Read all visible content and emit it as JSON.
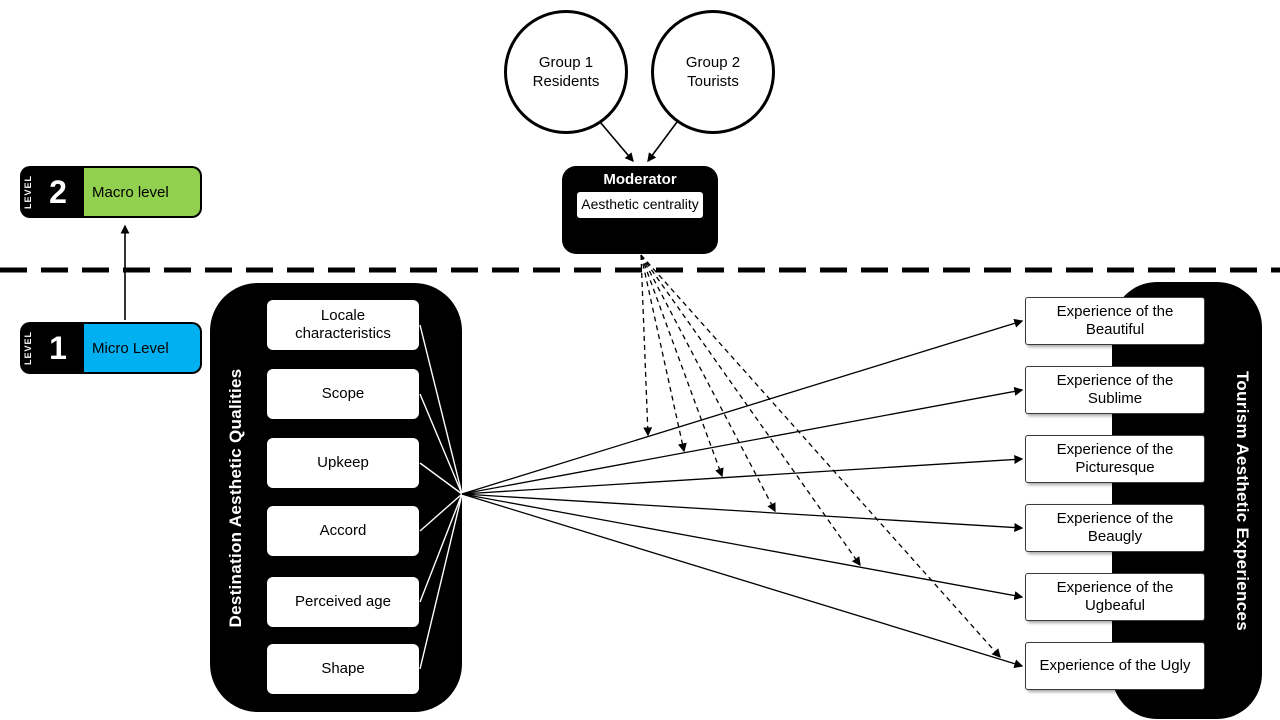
{
  "groups": [
    {
      "line1": "Group 1",
      "line2": "Residents"
    },
    {
      "line1": "Group 2",
      "line2": "Tourists"
    }
  ],
  "moderator": {
    "title": "Moderator",
    "factor": "Aesthetic centrality"
  },
  "levels": {
    "level2": {
      "word": "LEVEL",
      "number": "2",
      "label": "Macro level",
      "color": "#92D050"
    },
    "level1": {
      "word": "LEVEL",
      "number": "1",
      "label": "Micro Level",
      "color": "#00B0F0"
    }
  },
  "left_panel": {
    "title": "Destination Aesthetic Qualities",
    "items": [
      "Locale characteristics",
      "Scope",
      "Upkeep",
      "Accord",
      "Perceived age",
      "Shape"
    ]
  },
  "right_panel": {
    "title": "Tourism Aesthetic Experiences",
    "items": [
      "Experience of the Beautiful",
      "Experience of the Sublime",
      "Experience of the Picturesque",
      "Experience of the Beaugly",
      "Experience of the Ugbeaful",
      "Experience of the Ugly"
    ]
  },
  "colors": {
    "panel_black": "#000000",
    "level2_green": "#92D050",
    "level1_blue": "#00B0F0",
    "line_black": "#000000"
  }
}
